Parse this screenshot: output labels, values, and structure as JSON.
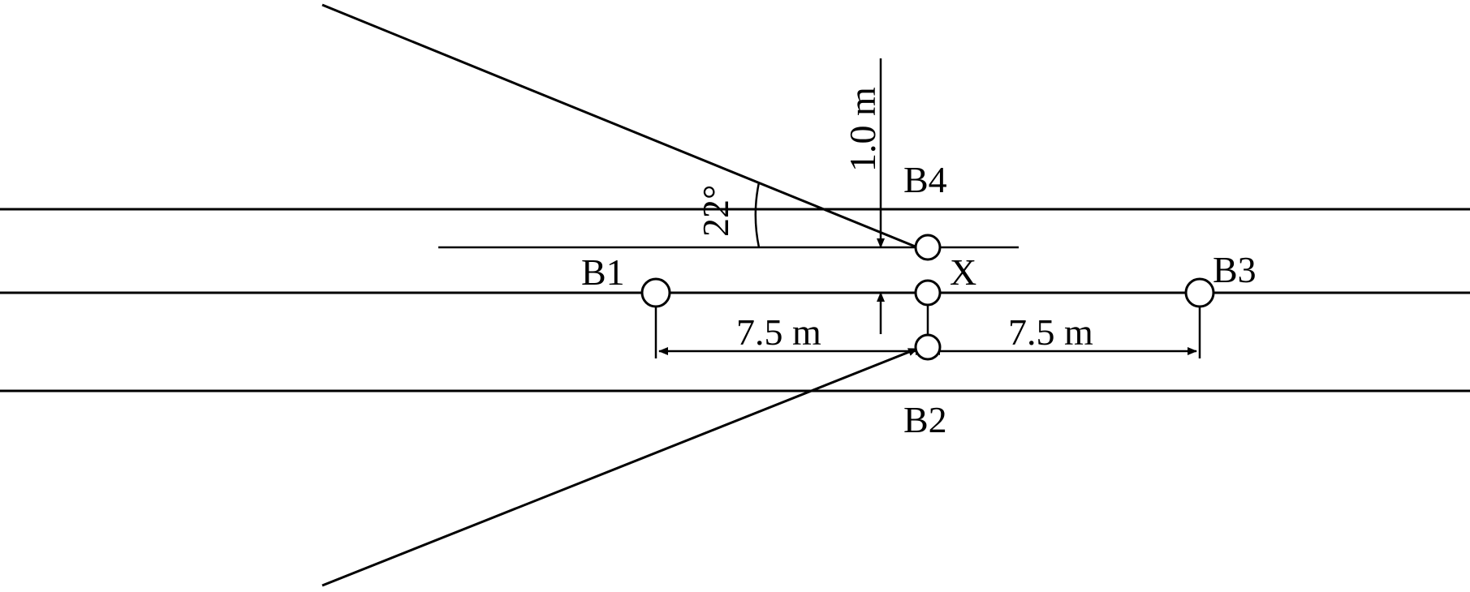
{
  "diagram": {
    "labels": {
      "b1": "B1",
      "b2": "B2",
      "b3": "B3",
      "b4": "B4",
      "x": "X",
      "dim_left": "7.5 m",
      "dim_right": "7.5 m",
      "dim_offset": "1.0 m",
      "angle": "22°"
    },
    "line_color": "#000000",
    "background_color": "#ffffff"
  }
}
